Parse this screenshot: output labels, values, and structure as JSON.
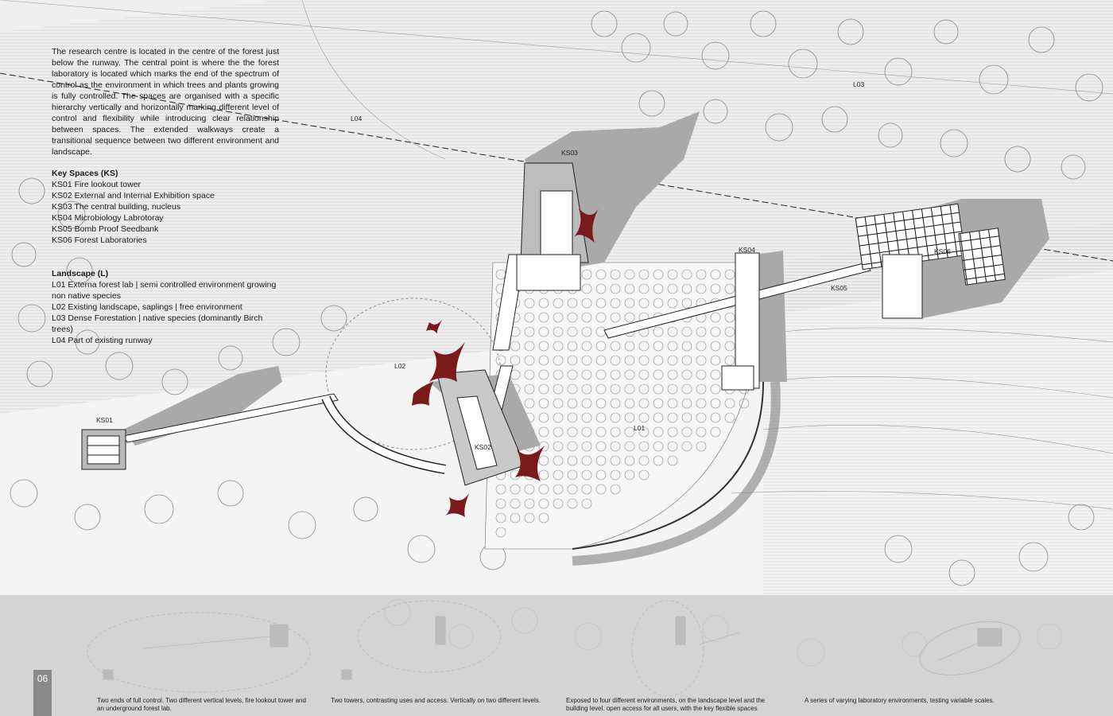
{
  "intro": {
    "text": "The research centre is located in the centre of the forest just below the runway. The central point is where the the forest laboratory is located which marks the end of the spectrum of control as the environment in which trees and plants growing is fully controlled. The spaces are organised with a specific hierarchy vertically and horizontally marking different level of control and flexibility while introducing clear relationship between spaces. The extended walkways create a transitional sequence between two different environment and landscape."
  },
  "key_spaces": {
    "title": "Key Spaces (KS)",
    "items": [
      "KS01 Fire lookout tower",
      "KS02 External and Internal Exhibition space",
      "KS03 The central building, nucleus",
      "KS04 Microbiology Labrotoray",
      "KS05 Bomb Proof Seedbank",
      "KS06 Forest Laboratories"
    ]
  },
  "landscape": {
    "title": "Landscape (L)",
    "items": [
      "L01  Externa forest lab | semi controlled environment growing non native species",
      "L02  Existing landscape, saplings | free environment",
      "L03  Dense Forestation | native species (dominantly Birch trees)",
      "L04  Part of existing runway"
    ]
  },
  "plan_labels": {
    "ks01": "KS01",
    "ks02": "KS02",
    "ks03": "KS03",
    "ks04": "KS04",
    "ks05": "KS05",
    "ks06": "KS06",
    "l01": "L01",
    "l02": "L02",
    "l03": "L03",
    "l04": "L04"
  },
  "page_number": "06",
  "captions": [
    "Two ends of full control. Two different vertical levels, fire lookout tower and an underground forest lab.",
    "Two towers, contrasting uses and access. Vertically on two different levels.",
    "Exposed to four different environments, on the landscape level and the building level. open access for all users, with the key flexible spaces",
    "A series of varying laboratory environments, testing variable scales."
  ],
  "colors": {
    "accent": "#7a1a1a",
    "shadow": "#a8a8a8",
    "building": "#ffffff",
    "ink": "#1a1a1a"
  }
}
